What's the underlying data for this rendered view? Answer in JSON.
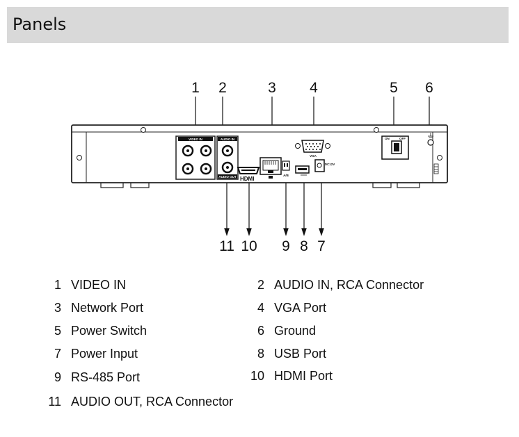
{
  "header": {
    "title": "Panels"
  },
  "callouts": {
    "c1": "1",
    "c2": "2",
    "c3": "3",
    "c4": "4",
    "c5": "5",
    "c6": "6",
    "c7": "7",
    "c8": "8",
    "c9": "9",
    "c10": "10",
    "c11": "11"
  },
  "panel_labels": {
    "video_in": "VIDEO IN",
    "audio_in": "AUDIO IN",
    "audio_out": "AUDIO OUT",
    "vga": "VGA",
    "on": "ON",
    "off": "OFF",
    "ab": "A/B",
    "dc": "DC12V",
    "hdmi": "HDMI"
  },
  "legend": [
    {
      "num": "1",
      "label": "VIDEO IN"
    },
    {
      "num": "2",
      "label": "AUDIO IN, RCA Connector"
    },
    {
      "num": "3",
      "label": "Network Port"
    },
    {
      "num": "4",
      "label": "VGA Port"
    },
    {
      "num": "5",
      "label": "Power Switch"
    },
    {
      "num": "6",
      "label": "Ground"
    },
    {
      "num": "7",
      "label": "Power Input"
    },
    {
      "num": "8",
      "label": "USB Port"
    },
    {
      "num": "9",
      "label": "RS-485 Port"
    },
    {
      "num": "10",
      "label": "HDMI Port"
    },
    {
      "num": "11",
      "label": "AUDIO OUT, RCA Connector"
    }
  ]
}
